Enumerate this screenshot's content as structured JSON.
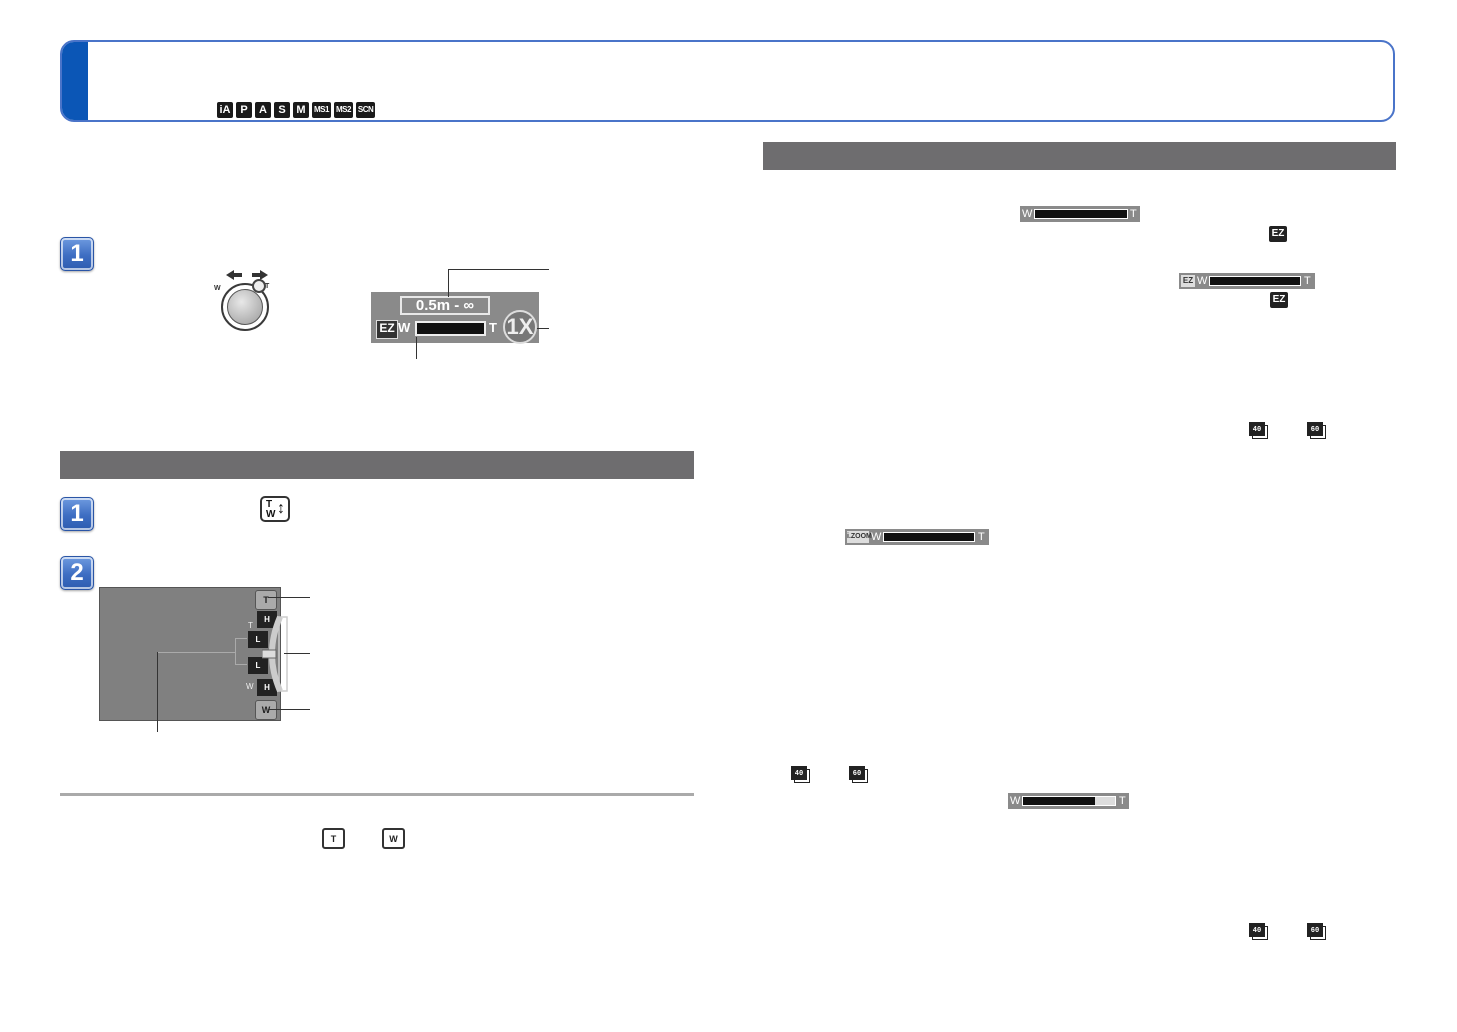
{
  "mode_icons": [
    "iA",
    "P",
    "A",
    "S",
    "M",
    "MS1",
    "MS2",
    "SCN"
  ],
  "step_numbers": {
    "main_1": "1",
    "touch_1": "1",
    "touch_2": "2"
  },
  "lever": {
    "w_label": "W",
    "t_label": "T"
  },
  "zoom_display": {
    "focus_range": "0.5m - ∞",
    "ez_label": "EZ",
    "w_label": "W",
    "t_label": "T",
    "magnification": "1X"
  },
  "zoom_bars": {
    "w_label": "W",
    "t_label": "T",
    "ez_label": "EZ",
    "izoom_label": "i.ZOOM",
    "partial_fill": 0.78
  },
  "touch_icon": {
    "t": "T",
    "w": "W"
  },
  "touch_screen": {
    "tele_button": "T",
    "wide_button": "W",
    "t_label": "T",
    "w_label": "W",
    "speed_high": "H",
    "speed_low": "L"
  },
  "burst_icons": {
    "a": "40",
    "b": "60"
  },
  "colors": {
    "header_accent": "#0b56b6",
    "header_border": "#4a74c9",
    "section_bar": "#6e6d6f"
  }
}
